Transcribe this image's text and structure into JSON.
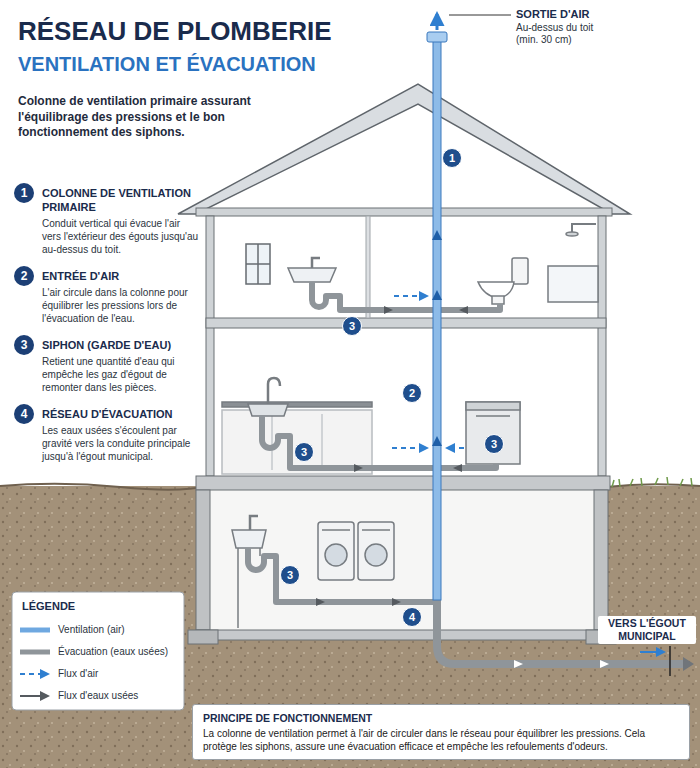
{
  "diagram": {
    "title": "RÉSEAU DE PLOMBERIE",
    "nodes": [
      {
        "text": [
          "PRINCIPE DE FONCTIONNEMENT",
          "La colonne de ventilation permet à l'air de circuler dans le réseau pour équilibrer les pressions. Cela protège les siphons, assure une évacuation efficace et empêche les refoulements d'odeurs."
        ]
      }
    ],
    "labels": [
      "VENTILATION ET ÉVACUATION",
      "Colonne de ventilation primaire assurant l'équilibrage des pressions et le bon fonctionnement des siphons.",
      "SORTIE D'AIR",
      "Au-dessus du toit (min. 30 cm)",
      "1",
      "COLONNE DE VENTILATION PRIMAIRE",
      "Conduit vertical qui évacue l'air vers l'extérieur des égouts jusqu'au au-dessus du toit.",
      "2",
      "ENTRÉE D'AIR",
      "L'air circule dans la colonne pour équilibrer les pressions lors de l'évacuation de l'eau.",
      "3",
      "SIPHON (GARDE D'EAU)",
      "Retient une quantité d'eau qui empêche les gaz d'égout de remonter dans les pièces.",
      "4",
      "RÉSEAU D'ÉVACUATION",
      "Les eaux usées s'écoulent par gravité vers la conduite principale jusqu'à l'égout municipal.",
      "1",
      "3",
      "2",
      "3",
      "3",
      "3",
      "4",
      "VERS L'ÉGOUT MUNICIPAL",
      "LÉGENDE"
    ],
    "legend": [
      {
        "text": "Ventilation (air)"
      },
      {
        "text": "Évacuation (eaux usées)"
      },
      {
        "text": "Flux d'air"
      },
      {
        "text": "Flux d'eaux usées"
      }
    ]
  }
}
